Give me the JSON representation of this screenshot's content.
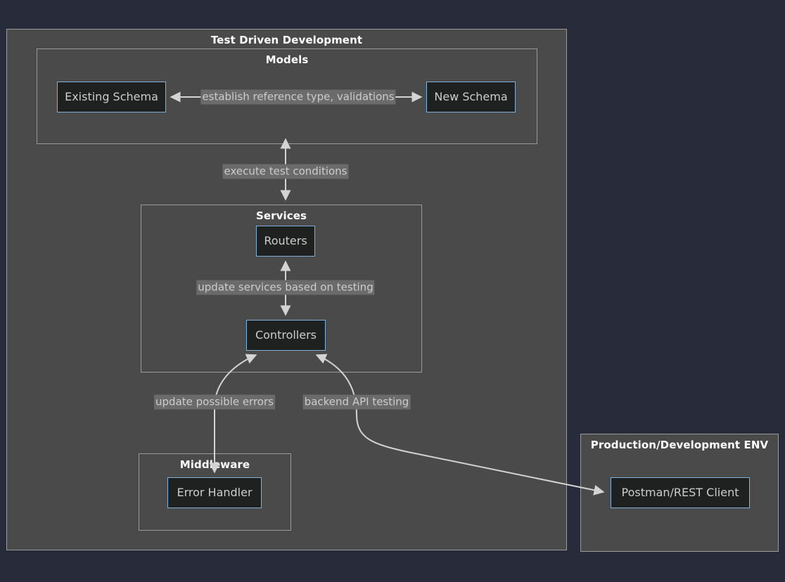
{
  "diagram": {
    "type": "flowchart",
    "theme": {
      "page_background": "#282c3a",
      "cluster_fill": "#4a4a4a",
      "cluster_border": "#9a9a9a",
      "node_fill": "#1f2020",
      "node_border": "#81b1db",
      "node_text": "#cccccc",
      "cluster_title_text": "#ffffff",
      "edge_stroke": "#d3d3d3",
      "edge_label_fill": "#6b6b6b",
      "edge_label_text": "#cccccc"
    },
    "clusters": [
      {
        "id": "tdd",
        "title": "Test Driven Development"
      },
      {
        "id": "models",
        "title": "Models"
      },
      {
        "id": "services",
        "title": "Services"
      },
      {
        "id": "middleware",
        "title": "Middleware"
      },
      {
        "id": "env",
        "title": "Production/Development ENV"
      }
    ],
    "nodes": [
      {
        "id": "existing_schema",
        "label": "Existing Schema",
        "cluster": "models"
      },
      {
        "id": "new_schema",
        "label": "New Schema",
        "cluster": "models"
      },
      {
        "id": "routers",
        "label": "Routers",
        "cluster": "services"
      },
      {
        "id": "controllers",
        "label": "Controllers",
        "cluster": "services"
      },
      {
        "id": "error_handler",
        "label": "Error Handler",
        "cluster": "middleware"
      },
      {
        "id": "postman",
        "label": "Postman/REST Client",
        "cluster": "env"
      }
    ],
    "edges": [
      {
        "id": "establish",
        "from": "existing_schema",
        "to": "new_schema",
        "label": "establish reference type, validations",
        "direction": "bidirectional"
      },
      {
        "id": "execute",
        "from": "models",
        "to": "services",
        "label": "execute test conditions",
        "direction": "bidirectional"
      },
      {
        "id": "update_services",
        "from": "controllers",
        "to": "routers",
        "label": "update services based on testing",
        "direction": "bidirectional"
      },
      {
        "id": "update_errors",
        "from": "controllers",
        "to": "error_handler",
        "label": "update possible errors",
        "direction": "bidirectional"
      },
      {
        "id": "backend_api",
        "from": "controllers",
        "to": "postman",
        "label": "backend API testing",
        "direction": "bidirectional"
      }
    ]
  }
}
